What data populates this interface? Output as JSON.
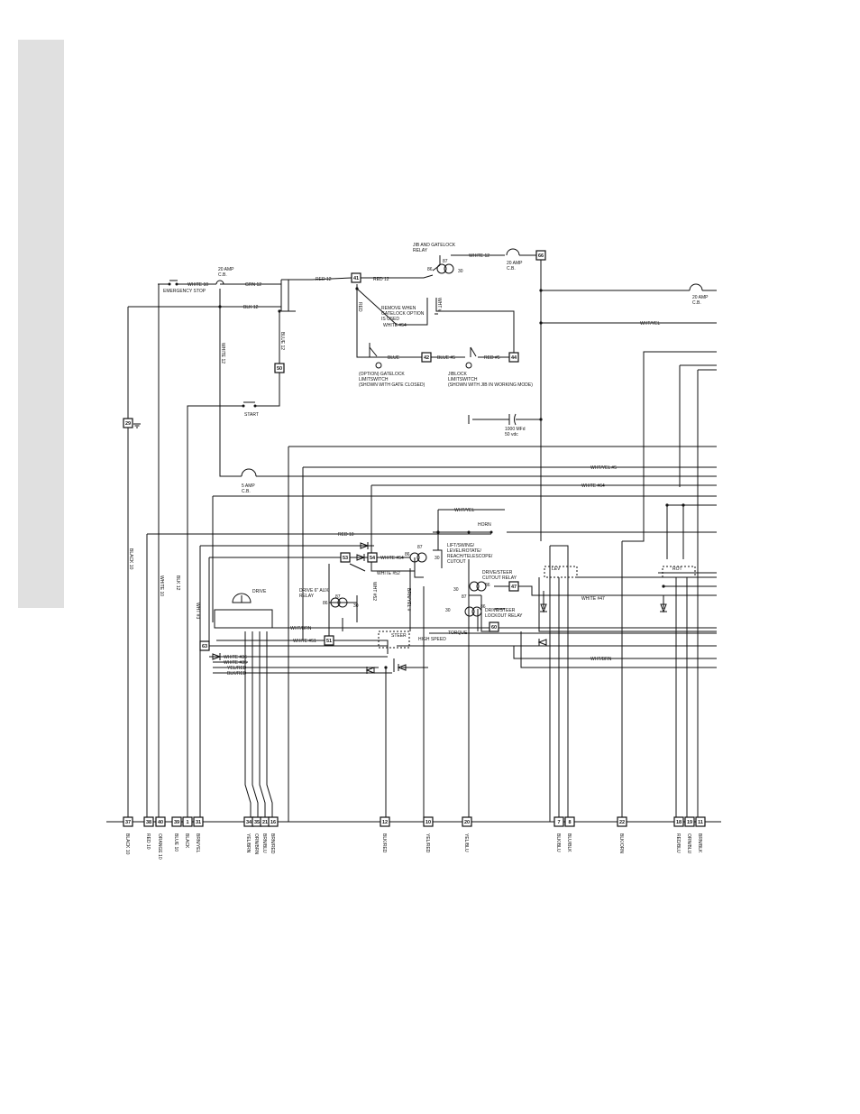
{
  "components": {
    "emergency_stop": "EMERGENCY STOP",
    "cb20_top": "20 AMP\nC.B.",
    "cb20_jib": "20 AMP\nC.B.",
    "cb20_right": "20 AMP\nC.B.",
    "cb5": "5 AMP\nC.B.",
    "start": "START",
    "jib_relay": "JIB AND GATELOCK\nRELAY",
    "remove_note": "REMOVE WHEN\nGATELOCK OPTION\nIS USED",
    "gatelock_switch": "(OPTION) GATELOCK\nLIMITSWITCH\n(SHOWN WITH GATE CLOSED)",
    "jiblock_switch": "JIBLOCK\nLIMITSWITCH\n(SHOWN WITH JIB IN WORKING MODE)",
    "capacitor": "1000 MFd\n50 vdc",
    "horn": "HORN",
    "lift_relay": "LIFT/SWING/\nLEVEL/ROTATE/\nREACH/TELESCOPE/\nCUTOUT",
    "drive_aux_relay": "DRIVE 6\" AUX\nRELAY",
    "drive_steer_cutout": "DRIVE/STEER\nCUTOUT RELAY",
    "drive_steer_lockout": "DRIVE/STEER\nLOCKOUT RELAY",
    "drive": "DRIVE",
    "steer": "STEER",
    "high_speed": "HIGH SPEED",
    "torque": "TORQUE",
    "lev": "LEV",
    "rot": "ROT"
  },
  "wire_labels": {
    "white10": "WHITE 10",
    "grn12": "GRN 12",
    "blk12": "BLK 12",
    "red12a": "RED 12",
    "red12b": "RED 12",
    "white12_jib": "WHITE 12",
    "red": "RED",
    "white54a": "WHITE #54",
    "blue": "BLUE",
    "blue5": "BLUE #5",
    "red5": "RED #5",
    "white12_v": "WHITE 12",
    "blue12_v": "BLUE 12",
    "wht_yel": "WHT/YEL",
    "wht_yel5": "WHT/YEL #5",
    "white64": "WHITE #64",
    "wht_yel_horn": "WHT/YEL",
    "red10": "RED 10",
    "white54b": "WHITE #54",
    "white52": "WHITE #52",
    "white47": "WHITE #47",
    "wht_brn": "WHT/BRN",
    "white51": "WHITE #51",
    "white36": "WHITE #36",
    "white35": "WHITE #35",
    "yel_red": "YEL/RED",
    "blk_red": "BLK/RED",
    "wht_brn2": "WHT/BRN",
    "black10_v": "BLACK 10",
    "white10_v": "WHITE 10",
    "blk12_v": "BLK 12",
    "wht_v": "WHT #3",
    "wht52_v": "WHT #52",
    "brn_yel_v": "BRN/YEL #",
    "wht_v2": "WHT #"
  },
  "terminals": {
    "t41": "41",
    "t66": "66",
    "t50": "50",
    "t42": "42",
    "t44": "44",
    "t29": "29",
    "t53": "53",
    "t54": "54",
    "t51": "51",
    "t63": "63",
    "t47": "47",
    "t60": "60"
  },
  "bottom_terminals": [
    {
      "num": "37",
      "label": "BLACK 10"
    },
    {
      "num": "38",
      "label": "RED 10"
    },
    {
      "num": "40",
      "label": "ORANGE 10"
    },
    {
      "num": "39",
      "label": "BLUE 10"
    },
    {
      "num": "1",
      "label": "BLACK"
    },
    {
      "num": "31",
      "label": "BRN/YEL"
    },
    {
      "num": "34",
      "label": "YEL/BRN"
    },
    {
      "num": "35",
      "label": "ORN/BRN"
    },
    {
      "num": "21",
      "label": "BRN/BLU"
    },
    {
      "num": "16",
      "label": "BRN/RED"
    },
    {
      "num": "12",
      "label": "BLK/RED"
    },
    {
      "num": "10",
      "label": "YEL/RED"
    },
    {
      "num": "20",
      "label": "YEL/BLU"
    },
    {
      "num": "7",
      "label": "BLK/BLU"
    },
    {
      "num": "8",
      "label": "BLU/BLK"
    },
    {
      "num": "22",
      "label": "BLK/ORN"
    },
    {
      "num": "18",
      "label": "RED/BLU"
    },
    {
      "num": "19",
      "label": "ORN/BLU"
    },
    {
      "num": "11",
      "label": "BRN/BLK"
    }
  ],
  "relay_pins": {
    "p86": "86",
    "p87": "87",
    "p30": "30",
    "p85": "85"
  }
}
